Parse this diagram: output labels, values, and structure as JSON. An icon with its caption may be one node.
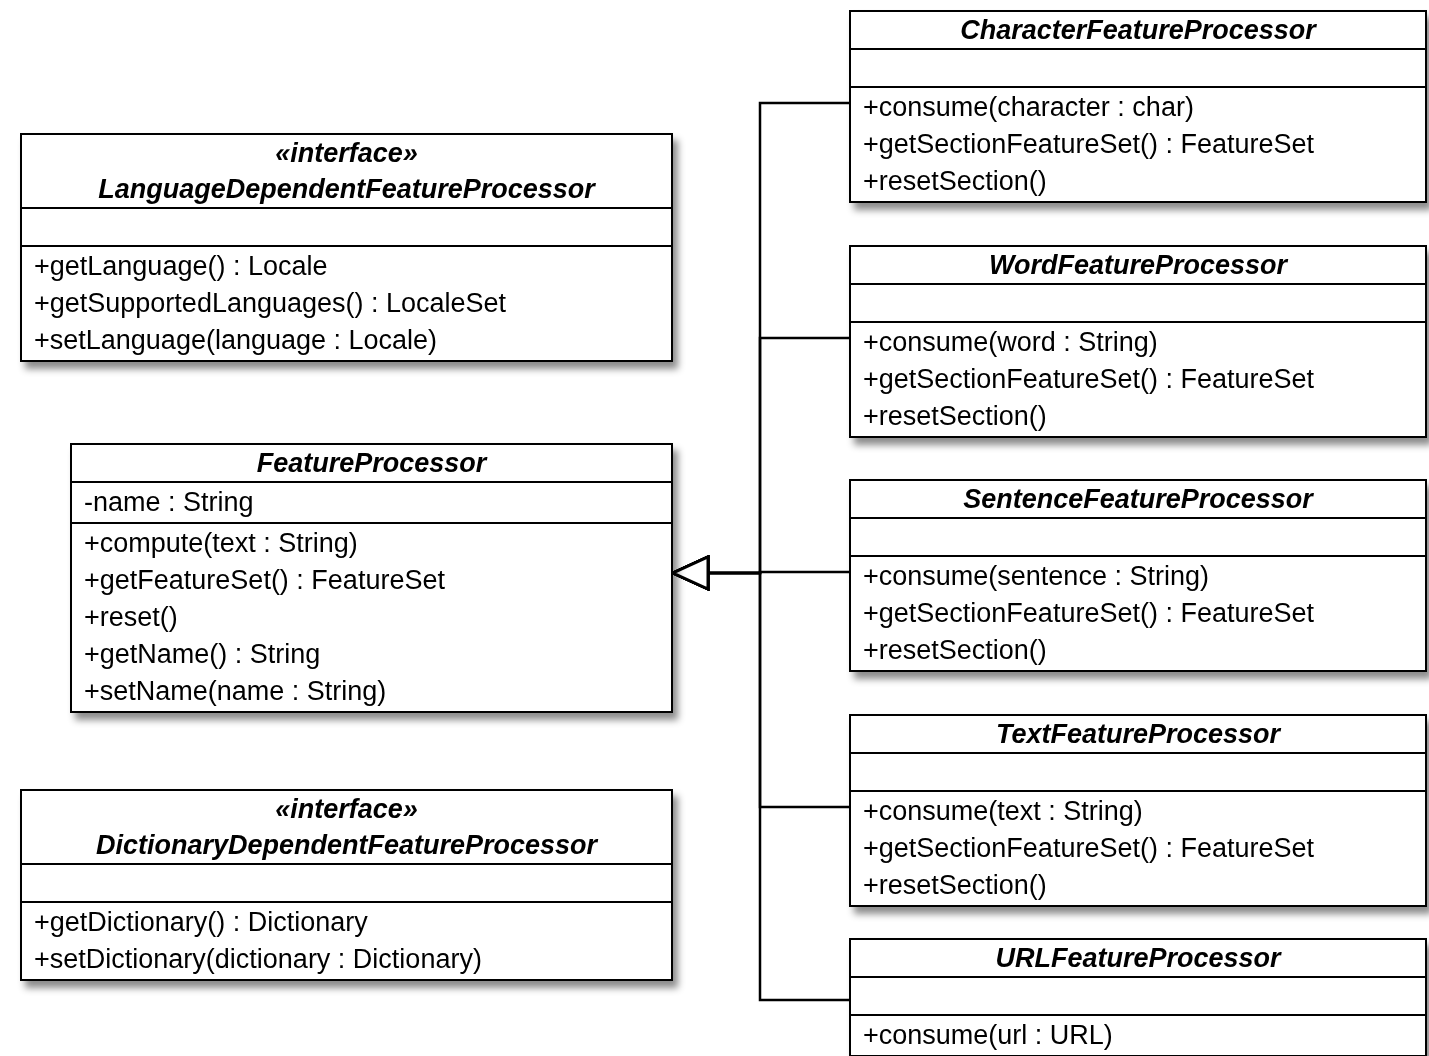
{
  "diagram": {
    "nodes": [
      {
        "text": [
          "«interface»",
          "LanguageDependentFeatureProcessor",
          "+getLanguage() : Locale",
          "+getSupportedLanguages() : LocaleSet",
          "+setLanguage(language : Locale)"
        ]
      },
      {
        "text": [
          "FeatureProcessor",
          "-name : String",
          "+compute(text : String)",
          "+getFeatureSet() : FeatureSet",
          "+reset()",
          "+getName() : String",
          "+setName(name : String)"
        ]
      },
      {
        "text": [
          "«interface»",
          "DictionaryDependentFeatureProcessor",
          "+getDictionary() : Dictionary",
          "+setDictionary(dictionary : Dictionary)"
        ]
      },
      {
        "text": [
          "CharacterFeatureProcessor",
          "+consume(character : char)",
          "+getSectionFeatureSet() : FeatureSet",
          "+resetSection()"
        ]
      },
      {
        "text": [
          "WordFeatureProcessor",
          "+consume(word : String)",
          "+getSectionFeatureSet() : FeatureSet",
          "+resetSection()"
        ]
      },
      {
        "text": [
          "SentenceFeatureProcessor",
          "+consume(sentence : String)",
          "+getSectionFeatureSet() : FeatureSet",
          "+resetSection()"
        ]
      },
      {
        "text": [
          "TextFeatureProcessor",
          "+consume(text : String)",
          "+getSectionFeatureSet() : FeatureSet",
          "+resetSection()"
        ]
      },
      {
        "text": [
          "URLFeatureProcessor",
          "+consume(url : URL)"
        ]
      }
    ],
    "edges": [
      {
        "from": 3,
        "to": 1,
        "arrow": "to"
      },
      {
        "from": 4,
        "to": 1,
        "arrow": "to"
      },
      {
        "from": 5,
        "to": 1,
        "arrow": "to"
      },
      {
        "from": 6,
        "to": 1,
        "arrow": "to"
      },
      {
        "from": 7,
        "to": 1,
        "arrow": "to"
      }
    ]
  }
}
